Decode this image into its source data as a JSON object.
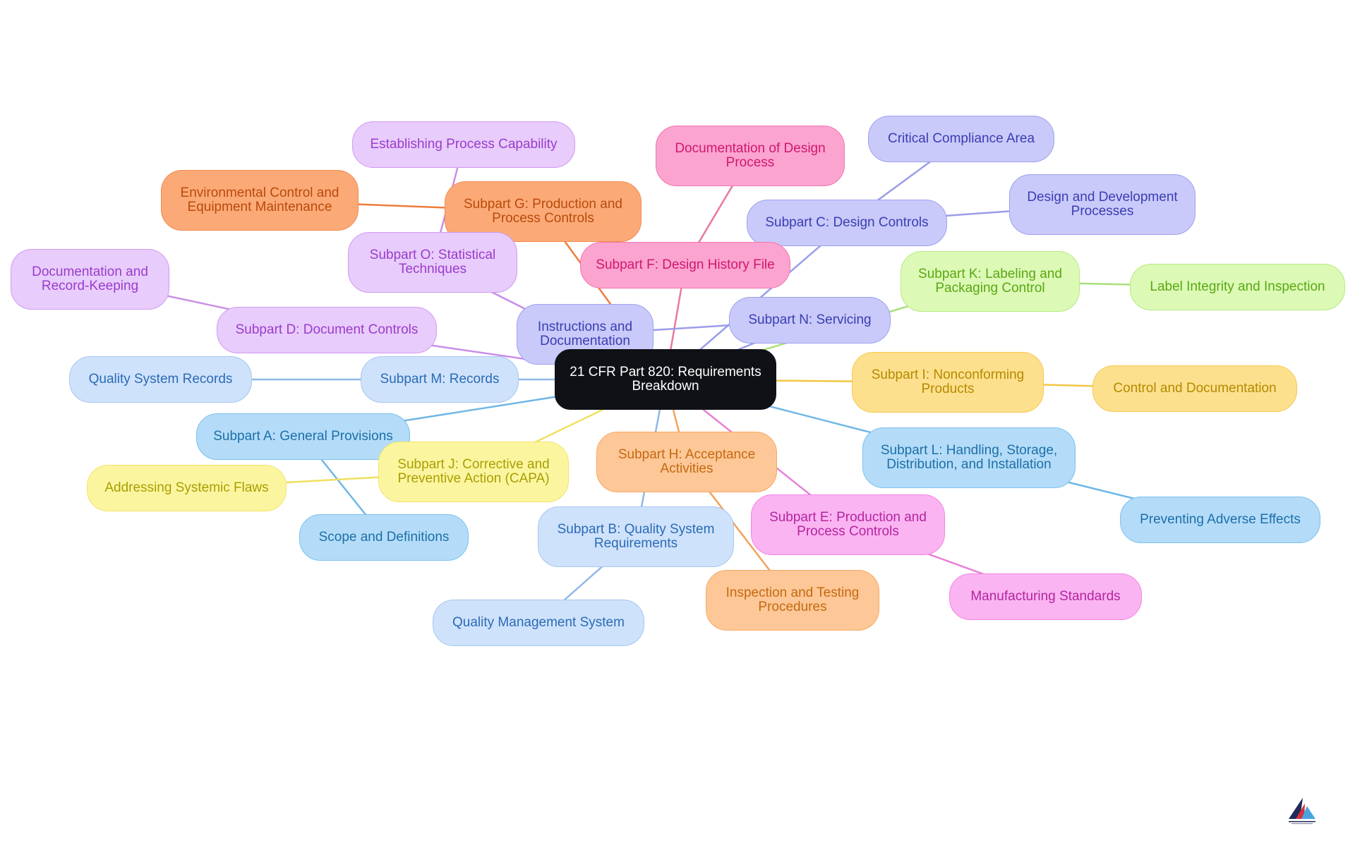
{
  "diagram": {
    "palette": {
      "center": {
        "bg": "#0f1116",
        "border": "#0f1116",
        "text": "#ffffff",
        "line": "#0f1116"
      },
      "sky": {
        "bg": "#b4dcf8",
        "border": "#7cc0ee",
        "text": "#1d6fa8",
        "line": "#6fb7e6"
      },
      "pale": {
        "bg": "#cfe2fb",
        "border": "#a6c7f0",
        "text": "#2a6bb5",
        "line": "#8fb8e8"
      },
      "indigo": {
        "bg": "#c9caf9",
        "border": "#9fa1ee",
        "text": "#3a3db2",
        "line": "#9a9de8"
      },
      "lilac": {
        "bg": "#e8ccfb",
        "border": "#cf9bf2",
        "text": "#9a3ccc",
        "line": "#c98ee8"
      },
      "pink": {
        "bg": "#fba4cf",
        "border": "#f176b0",
        "text": "#d0176f",
        "line": "#e9789f"
      },
      "magenta": {
        "bg": "#fbb4f2",
        "border": "#ef86e2",
        "text": "#b3259f",
        "line": "#e77fd8"
      },
      "orange": {
        "bg": "#fbaa77",
        "border": "#f08a4e",
        "text": "#b94a0b",
        "line": "#ef7c3c"
      },
      "peach": {
        "bg": "#fdc797",
        "border": "#f6aa66",
        "text": "#c46a10",
        "line": "#f3a25a"
      },
      "gold": {
        "bg": "#fde08d",
        "border": "#f5c952",
        "text": "#b48a00",
        "line": "#f2c744"
      },
      "yellow": {
        "bg": "#fcf5a0",
        "border": "#f2e46a",
        "text": "#a8a000",
        "line": "#f0e060"
      },
      "lime": {
        "bg": "#dcf9b6",
        "border": "#b6ea7f",
        "text": "#5aa812",
        "line": "#a8e07a"
      }
    },
    "nodes": [
      {
        "id": "center",
        "label": "21 CFR Part 820: Requirements\nBreakdown",
        "color": "center"
      },
      {
        "id": "a",
        "label": "Subpart A: General Provisions",
        "color": "sky"
      },
      {
        "id": "a1",
        "label": "Scope and Definitions",
        "color": "sky"
      },
      {
        "id": "b",
        "label": "Subpart B: Quality System\nRequirements",
        "color": "pale"
      },
      {
        "id": "b1",
        "label": "Quality Management System",
        "color": "pale"
      },
      {
        "id": "c",
        "label": "Subpart C: Design Controls",
        "color": "indigo"
      },
      {
        "id": "c1",
        "label": "Critical Compliance Area",
        "color": "indigo"
      },
      {
        "id": "c2",
        "label": "Design and Development\nProcesses",
        "color": "indigo"
      },
      {
        "id": "d",
        "label": "Subpart D: Document Controls",
        "color": "lilac"
      },
      {
        "id": "d1",
        "label": "Documentation and\nRecord-Keeping",
        "color": "lilac"
      },
      {
        "id": "e",
        "label": "Subpart E: Production and\nProcess Controls",
        "color": "magenta"
      },
      {
        "id": "e1",
        "label": "Manufacturing Standards",
        "color": "magenta"
      },
      {
        "id": "f",
        "label": "Subpart F: Design History File",
        "color": "pink"
      },
      {
        "id": "f1",
        "label": "Documentation of Design\nProcess",
        "color": "pink"
      },
      {
        "id": "g",
        "label": "Subpart G: Production and\nProcess Controls",
        "color": "orange"
      },
      {
        "id": "g1",
        "label": "Environmental Control and\nEquipment Maintenance",
        "color": "orange"
      },
      {
        "id": "h",
        "label": "Subpart H: Acceptance\nActivities",
        "color": "peach"
      },
      {
        "id": "h1",
        "label": "Inspection and Testing\nProcedures",
        "color": "peach"
      },
      {
        "id": "i",
        "label": "Subpart I: Nonconforming\nProducts",
        "color": "gold"
      },
      {
        "id": "i1",
        "label": "Control and Documentation",
        "color": "gold"
      },
      {
        "id": "j",
        "label": "Subpart J: Corrective and\nPreventive Action (CAPA)",
        "color": "yellow"
      },
      {
        "id": "j1",
        "label": "Addressing Systemic Flaws",
        "color": "yellow"
      },
      {
        "id": "k",
        "label": "Subpart K: Labeling and\nPackaging Control",
        "color": "lime"
      },
      {
        "id": "k1",
        "label": "Label Integrity and Inspection",
        "color": "lime"
      },
      {
        "id": "l",
        "label": "Subpart L: Handling, Storage,\nDistribution, and Installation",
        "color": "sky"
      },
      {
        "id": "l1",
        "label": "Preventing Adverse Effects",
        "color": "sky"
      },
      {
        "id": "m",
        "label": "Subpart M: Records",
        "color": "pale"
      },
      {
        "id": "m1",
        "label": "Quality System Records",
        "color": "pale"
      },
      {
        "id": "n",
        "label": "Subpart N: Servicing",
        "color": "indigo"
      },
      {
        "id": "n1",
        "label": "Instructions and\nDocumentation",
        "color": "indigo"
      },
      {
        "id": "o",
        "label": "Subpart O: Statistical\nTechniques",
        "color": "lilac"
      },
      {
        "id": "o1",
        "label": "Establishing Process Capability",
        "color": "lilac"
      }
    ],
    "edges": [
      [
        "center",
        "a"
      ],
      [
        "a",
        "a1"
      ],
      [
        "center",
        "b"
      ],
      [
        "b",
        "b1"
      ],
      [
        "center",
        "c"
      ],
      [
        "c",
        "c1"
      ],
      [
        "c",
        "c2"
      ],
      [
        "center",
        "d"
      ],
      [
        "d",
        "d1"
      ],
      [
        "center",
        "e"
      ],
      [
        "e",
        "e1"
      ],
      [
        "center",
        "f"
      ],
      [
        "f",
        "f1"
      ],
      [
        "center",
        "g"
      ],
      [
        "g",
        "g1"
      ],
      [
        "center",
        "h"
      ],
      [
        "h",
        "h1"
      ],
      [
        "center",
        "i"
      ],
      [
        "i",
        "i1"
      ],
      [
        "center",
        "j"
      ],
      [
        "j",
        "j1"
      ],
      [
        "center",
        "k"
      ],
      [
        "k",
        "k1"
      ],
      [
        "center",
        "l"
      ],
      [
        "l",
        "l1"
      ],
      [
        "center",
        "m"
      ],
      [
        "m",
        "m1"
      ],
      [
        "center",
        "n"
      ],
      [
        "n",
        "n1"
      ],
      [
        "center",
        "o"
      ],
      [
        "o",
        "o1"
      ]
    ]
  },
  "logo": {
    "name": "brand-logo-icon"
  }
}
